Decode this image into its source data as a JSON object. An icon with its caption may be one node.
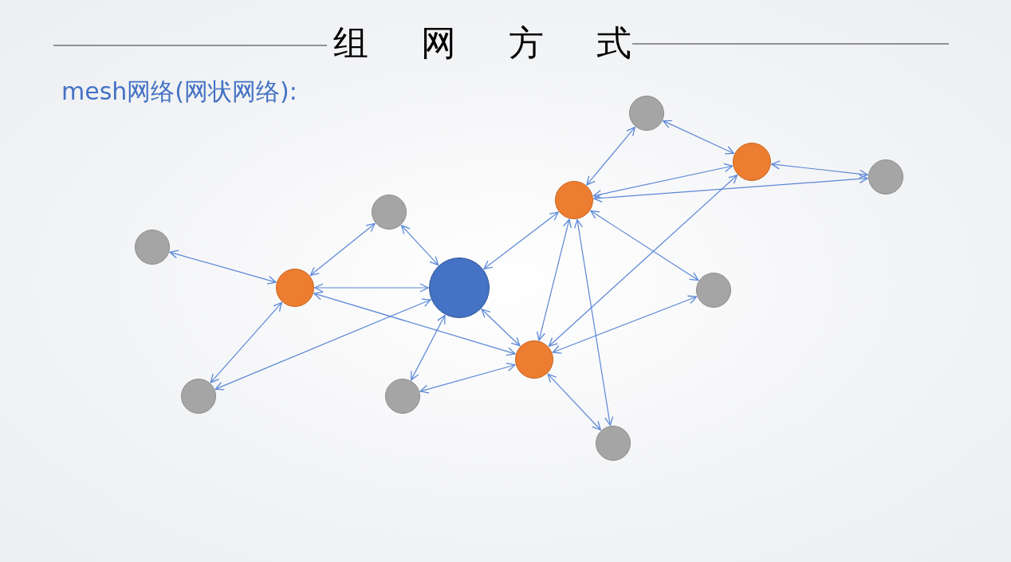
{
  "diagram": {
    "title": "组网方式",
    "nodes": [
      {
        "text": [],
        "shape": "circle"
      },
      {
        "text": [],
        "shape": "circle"
      },
      {
        "text": [],
        "shape": "circle"
      },
      {
        "text": [],
        "shape": "circle"
      },
      {
        "text": [],
        "shape": "circle"
      },
      {
        "text": [],
        "shape": "circle"
      },
      {
        "text": [],
        "shape": "circle"
      },
      {
        "text": [],
        "shape": "circle"
      },
      {
        "text": [],
        "shape": "circle"
      },
      {
        "text": [],
        "shape": "circle"
      },
      {
        "text": [],
        "shape": "circle"
      },
      {
        "text": [],
        "shape": "circle"
      },
      {
        "text": [],
        "shape": "circle"
      }
    ],
    "edges": [
      {
        "from": 5,
        "to": 6,
        "arrow": "both"
      },
      {
        "from": 6,
        "to": 4,
        "arrow": "both"
      },
      {
        "from": 6,
        "to": 7,
        "arrow": "both"
      },
      {
        "from": 6,
        "to": 10,
        "arrow": "both"
      },
      {
        "from": 6,
        "to": 9,
        "arrow": "both"
      },
      {
        "from": 4,
        "to": 7,
        "arrow": "both"
      },
      {
        "from": 7,
        "to": 3,
        "arrow": "both"
      },
      {
        "from": 7,
        "to": 10,
        "arrow": "both"
      },
      {
        "from": 7,
        "to": 11,
        "arrow": "both"
      },
      {
        "from": 7,
        "to": 9,
        "arrow": "both"
      },
      {
        "from": 3,
        "to": 0,
        "arrow": "both"
      },
      {
        "from": 0,
        "to": 1,
        "arrow": "both"
      },
      {
        "from": 3,
        "to": 1,
        "arrow": "both"
      },
      {
        "from": 1,
        "to": 2,
        "arrow": "both"
      },
      {
        "from": 3,
        "to": 2,
        "arrow": "both"
      },
      {
        "from": 3,
        "to": 9,
        "arrow": "both"
      },
      {
        "from": 3,
        "to": 12,
        "arrow": "both"
      },
      {
        "from": 3,
        "to": 8,
        "arrow": "both"
      },
      {
        "from": 1,
        "to": 9,
        "arrow": "both"
      },
      {
        "from": 9,
        "to": 8,
        "arrow": "both"
      },
      {
        "from": 9,
        "to": 11,
        "arrow": "both"
      },
      {
        "from": 9,
        "to": 12,
        "arrow": "both"
      }
    ],
    "labels": [
      "mesh网络(网状网络):"
    ]
  }
}
